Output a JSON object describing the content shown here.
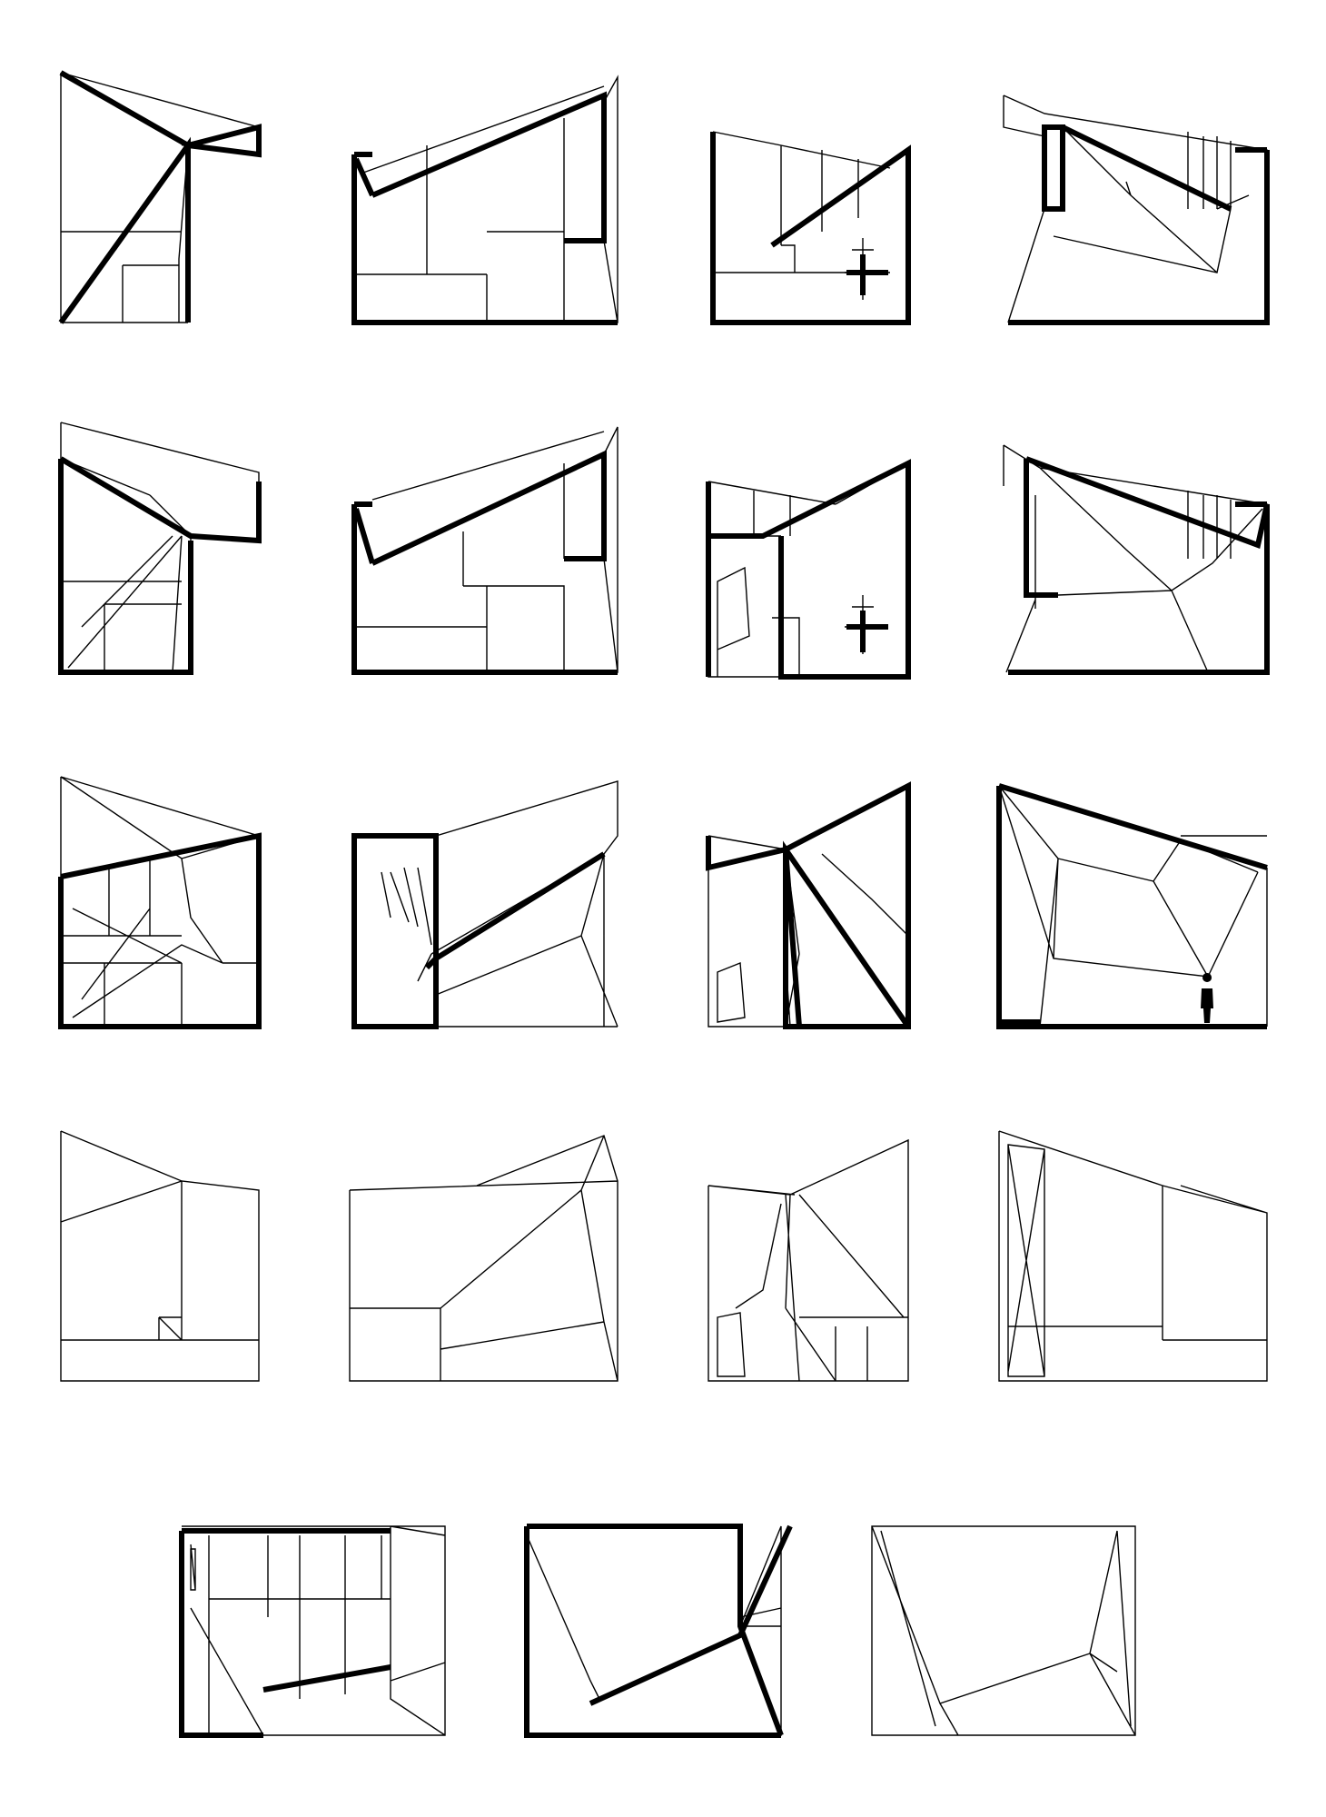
{
  "sheet": {
    "background": "#ffffff",
    "ink": "#000000",
    "rows": [
      {
        "row": 1,
        "views": [
          {
            "name": "section-view-1-1",
            "cross_symbol": false,
            "human_figure": false
          },
          {
            "name": "section-view-1-2",
            "cross_symbol": false,
            "human_figure": false
          },
          {
            "name": "section-view-1-3",
            "cross_symbol": true,
            "human_figure": false
          },
          {
            "name": "section-view-1-4",
            "cross_symbol": false,
            "human_figure": false
          }
        ]
      },
      {
        "row": 2,
        "views": [
          {
            "name": "section-view-2-1",
            "cross_symbol": false,
            "human_figure": false
          },
          {
            "name": "section-view-2-2",
            "cross_symbol": false,
            "human_figure": false
          },
          {
            "name": "section-view-2-3",
            "cross_symbol": true,
            "human_figure": false
          },
          {
            "name": "section-view-2-4",
            "cross_symbol": false,
            "human_figure": false
          }
        ]
      },
      {
        "row": 3,
        "views": [
          {
            "name": "section-view-3-1",
            "cross_symbol": false,
            "human_figure": false
          },
          {
            "name": "section-view-3-2",
            "cross_symbol": false,
            "human_figure": false
          },
          {
            "name": "section-view-3-3",
            "cross_symbol": false,
            "human_figure": false
          },
          {
            "name": "section-view-3-4",
            "cross_symbol": false,
            "human_figure": true
          }
        ]
      },
      {
        "row": 4,
        "views": [
          {
            "name": "elevation-view-4-1",
            "cross_symbol": false,
            "human_figure": false
          },
          {
            "name": "elevation-view-4-2",
            "cross_symbol": false,
            "human_figure": false
          },
          {
            "name": "elevation-view-4-3",
            "cross_symbol": false,
            "human_figure": false
          },
          {
            "name": "elevation-view-4-4",
            "cross_symbol": false,
            "human_figure": false
          }
        ]
      },
      {
        "row": 5,
        "views": [
          {
            "name": "section-view-5-1",
            "cross_symbol": false,
            "human_figure": false
          },
          {
            "name": "section-view-5-2",
            "cross_symbol": false,
            "human_figure": false
          },
          {
            "name": "section-view-5-3",
            "cross_symbol": false,
            "human_figure": false
          }
        ]
      }
    ]
  }
}
